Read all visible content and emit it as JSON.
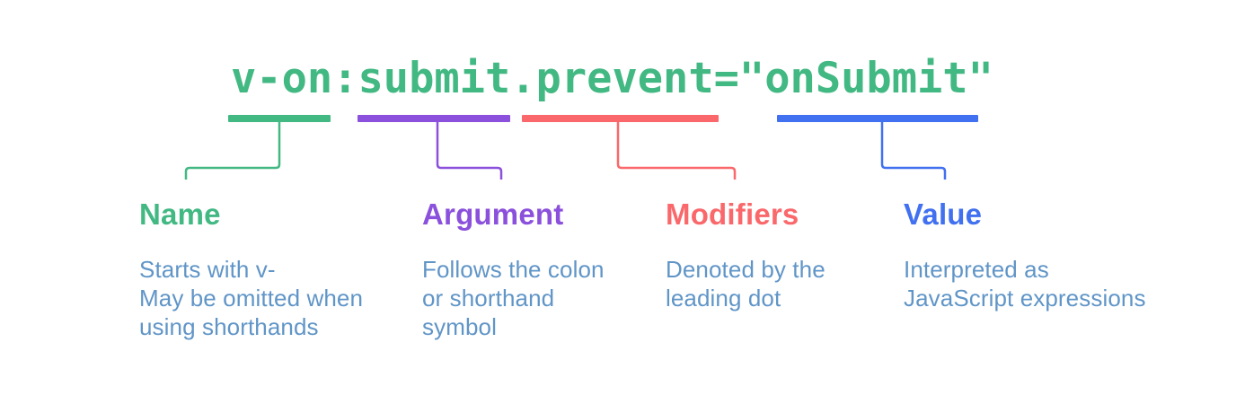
{
  "background_color": "#ffffff",
  "description_color": "#6095c7",
  "code": {
    "text": "v-on:submit.prevent=\"onSubmit\"",
    "color": "#42b883"
  },
  "groups": [
    {
      "id": "name",
      "label": "Name",
      "color": "#42b883",
      "description_lines": [
        "Starts with v-",
        "May be omitted when",
        "using shorthands"
      ]
    },
    {
      "id": "argument",
      "label": "Argument",
      "color": "#8b50dc",
      "description_lines": [
        "Follows the colon",
        "or shorthand",
        "symbol"
      ]
    },
    {
      "id": "modifiers",
      "label": "Modifiers",
      "color": "#fa686b",
      "description_lines": [
        "Denoted by the",
        "leading dot"
      ]
    },
    {
      "id": "value",
      "label": "Value",
      "color": "#4170f0",
      "description_lines": [
        "Interpreted as",
        "JavaScript expressions"
      ]
    }
  ]
}
